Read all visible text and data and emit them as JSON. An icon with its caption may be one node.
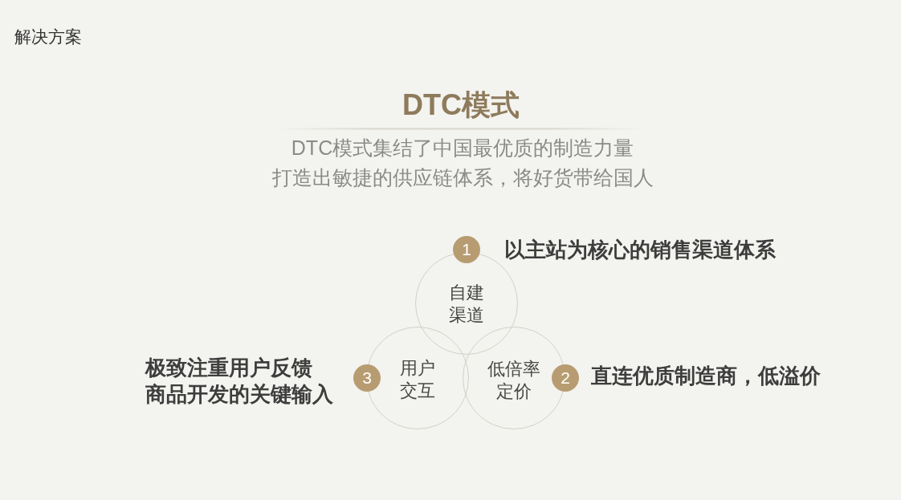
{
  "diagram": {
    "title": "解决方案",
    "nodes": [
      {
        "text": [
          "1"
        ]
      },
      {
        "text": [
          "自建渠道"
        ]
      },
      {
        "text": [
          "3"
        ]
      },
      {
        "text": [
          "用户交互"
        ]
      },
      {
        "text": [
          "低倍率定价"
        ]
      },
      {
        "text": [
          "2"
        ]
      }
    ],
    "labels": [
      "DTC模式",
      "DTC模式集结了中国最优质的制造力量",
      "打造出敏捷的供应链体系，将好货带给国人",
      "以主站为核心的销售渠道体系",
      "极致注重用户反馈",
      "商品开发的关键输入",
      "直连优质制造商，低溢价"
    ]
  }
}
